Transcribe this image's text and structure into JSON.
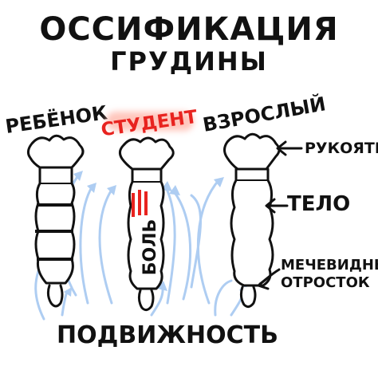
{
  "title": {
    "line1": "ОССИФИКАЦИЯ",
    "line2": "ГРУДИНЫ"
  },
  "columns": {
    "child": "РЕБЁНОК",
    "student": "СТУДЕНТ",
    "adult": "ВЗРОСЛЫЙ"
  },
  "pain_label": "БОЛЬ",
  "parts": {
    "manubrium": "РУКОЯТКА",
    "body": "ТЕЛО",
    "xiphoid_line1": "МЕЧЕВИДНЫЙ",
    "xiphoid_line2": "ОТРОСТОК"
  },
  "mobility_label": "ПОДВИЖНОСТЬ",
  "colors": {
    "ink": "#111111",
    "cartilage_blue": "#bfe0ff",
    "arrow_blue": "#aecdf2",
    "student_red": "#e8231f",
    "student_glow": "#ffb3a6"
  },
  "icons": [
    "arrow-icon"
  ]
}
